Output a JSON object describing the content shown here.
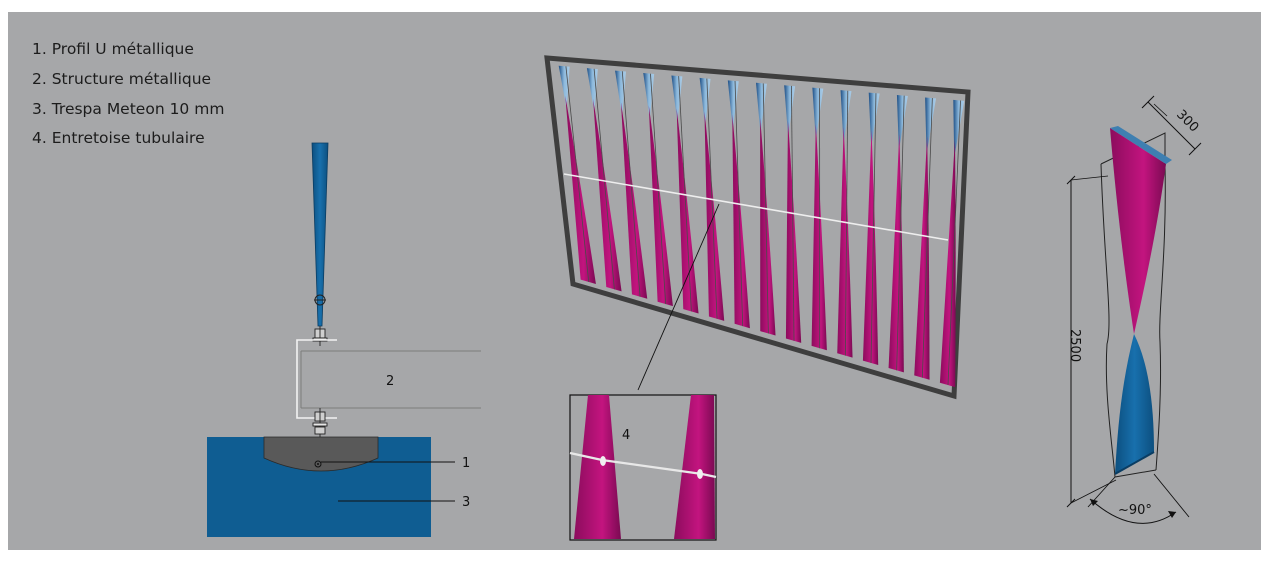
{
  "legend": [
    {
      "text": "1. Profil U métallique"
    },
    {
      "text": "2. Structure métallique"
    },
    {
      "text": "3. Trespa Meteon 10 mm"
    },
    {
      "text": "4. Entretoise tubulaire"
    }
  ],
  "callouts": {
    "profile": "1",
    "structure": "2",
    "panel": "3",
    "spacer": "4"
  },
  "dimensions": {
    "width": "300",
    "height": "2500",
    "rotation": "~90°"
  },
  "colors": {
    "background": "#a6a7a9",
    "panel_blue": "#0f5d92",
    "blade_magenta": "#b5117a",
    "blade_light": "#7fb0d6",
    "profile_dark": "#595959"
  }
}
